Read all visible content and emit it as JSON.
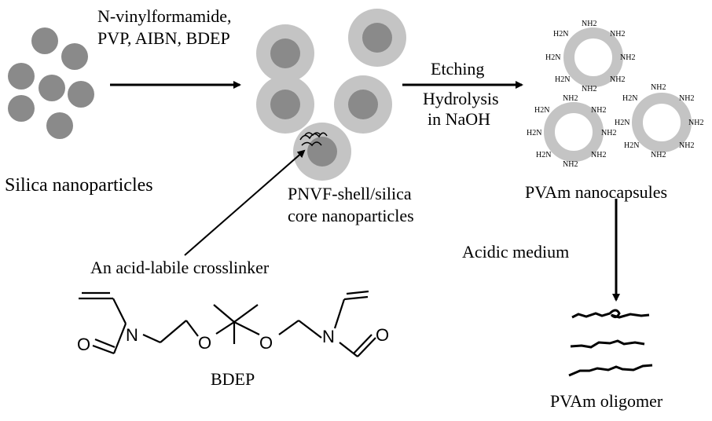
{
  "labels": {
    "reagents_line1": "N-vinylformamide,",
    "reagents_line2": "PVP, AIBN, BDEP",
    "silica": "Silica nanoparticles",
    "core_shell_line1": "PNVF-shell/silica",
    "core_shell_line2": "core nanoparticles",
    "etching": "Etching",
    "hydrolysis": "Hydrolysis",
    "in_naoh": "in NaOH",
    "nanocapsules": "PVAm nanocapsules",
    "acidic": "Acidic medium",
    "crosslinker": "An acid-labile crosslinker",
    "bdep": "BDEP",
    "oligomer": "PVAm oligomer"
  },
  "amine_label": "NH2",
  "amine_label_reversed": "H2N",
  "chem_atoms": {
    "nitrogen": "N",
    "oxygen": "O"
  },
  "colors": {
    "silica_core": "#8a8a8a",
    "shell": "#c4c4c4",
    "line": "#000000",
    "background": "#ffffff"
  }
}
